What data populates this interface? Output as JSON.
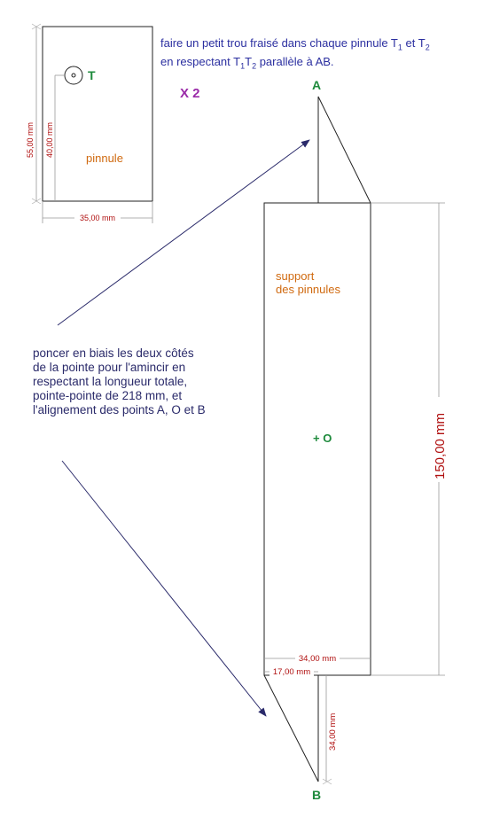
{
  "instruction": {
    "line1_a": "faire un petit trou fraisé dans chaque pinnule T",
    "line1_sub1": "1",
    "line1_b": "  et T",
    "line1_sub2": "2",
    "line2_a": "en respectant T",
    "line2_sub1": "1",
    "line2_b": "T",
    "line2_sub2": "2",
    "line2_c": " parallèle à AB."
  },
  "pinnule": {
    "label": "pinnule",
    "hole_label": "T",
    "quantity": "X 2",
    "dim_height": "55,00 mm",
    "dim_hole": "40,00 mm",
    "dim_width": "35,00 mm"
  },
  "support": {
    "label_line1": "support",
    "label_line2": "des pinnules",
    "center_label": "+ O",
    "point_top": "A",
    "point_bottom": "B",
    "dim_length": "150,00 mm",
    "dim_width": "34,00 mm",
    "dim_half": "17,00 mm",
    "dim_tip": "34,00 mm"
  },
  "grind_note": {
    "line1": "poncer en biais les deux côtés",
    "line2": "de la pointe pour l'amincir en",
    "line3": "respectant la longueur totale,",
    "line4": "pointe-pointe de 218 mm, et",
    "line5": "l'alignement des points A, O et B"
  },
  "colors": {
    "instruction": "#2b2fa0",
    "dimension": "#b01010",
    "label": "#d06a10",
    "point": "#1e8a3c",
    "quantity": "#9a2aa8"
  }
}
